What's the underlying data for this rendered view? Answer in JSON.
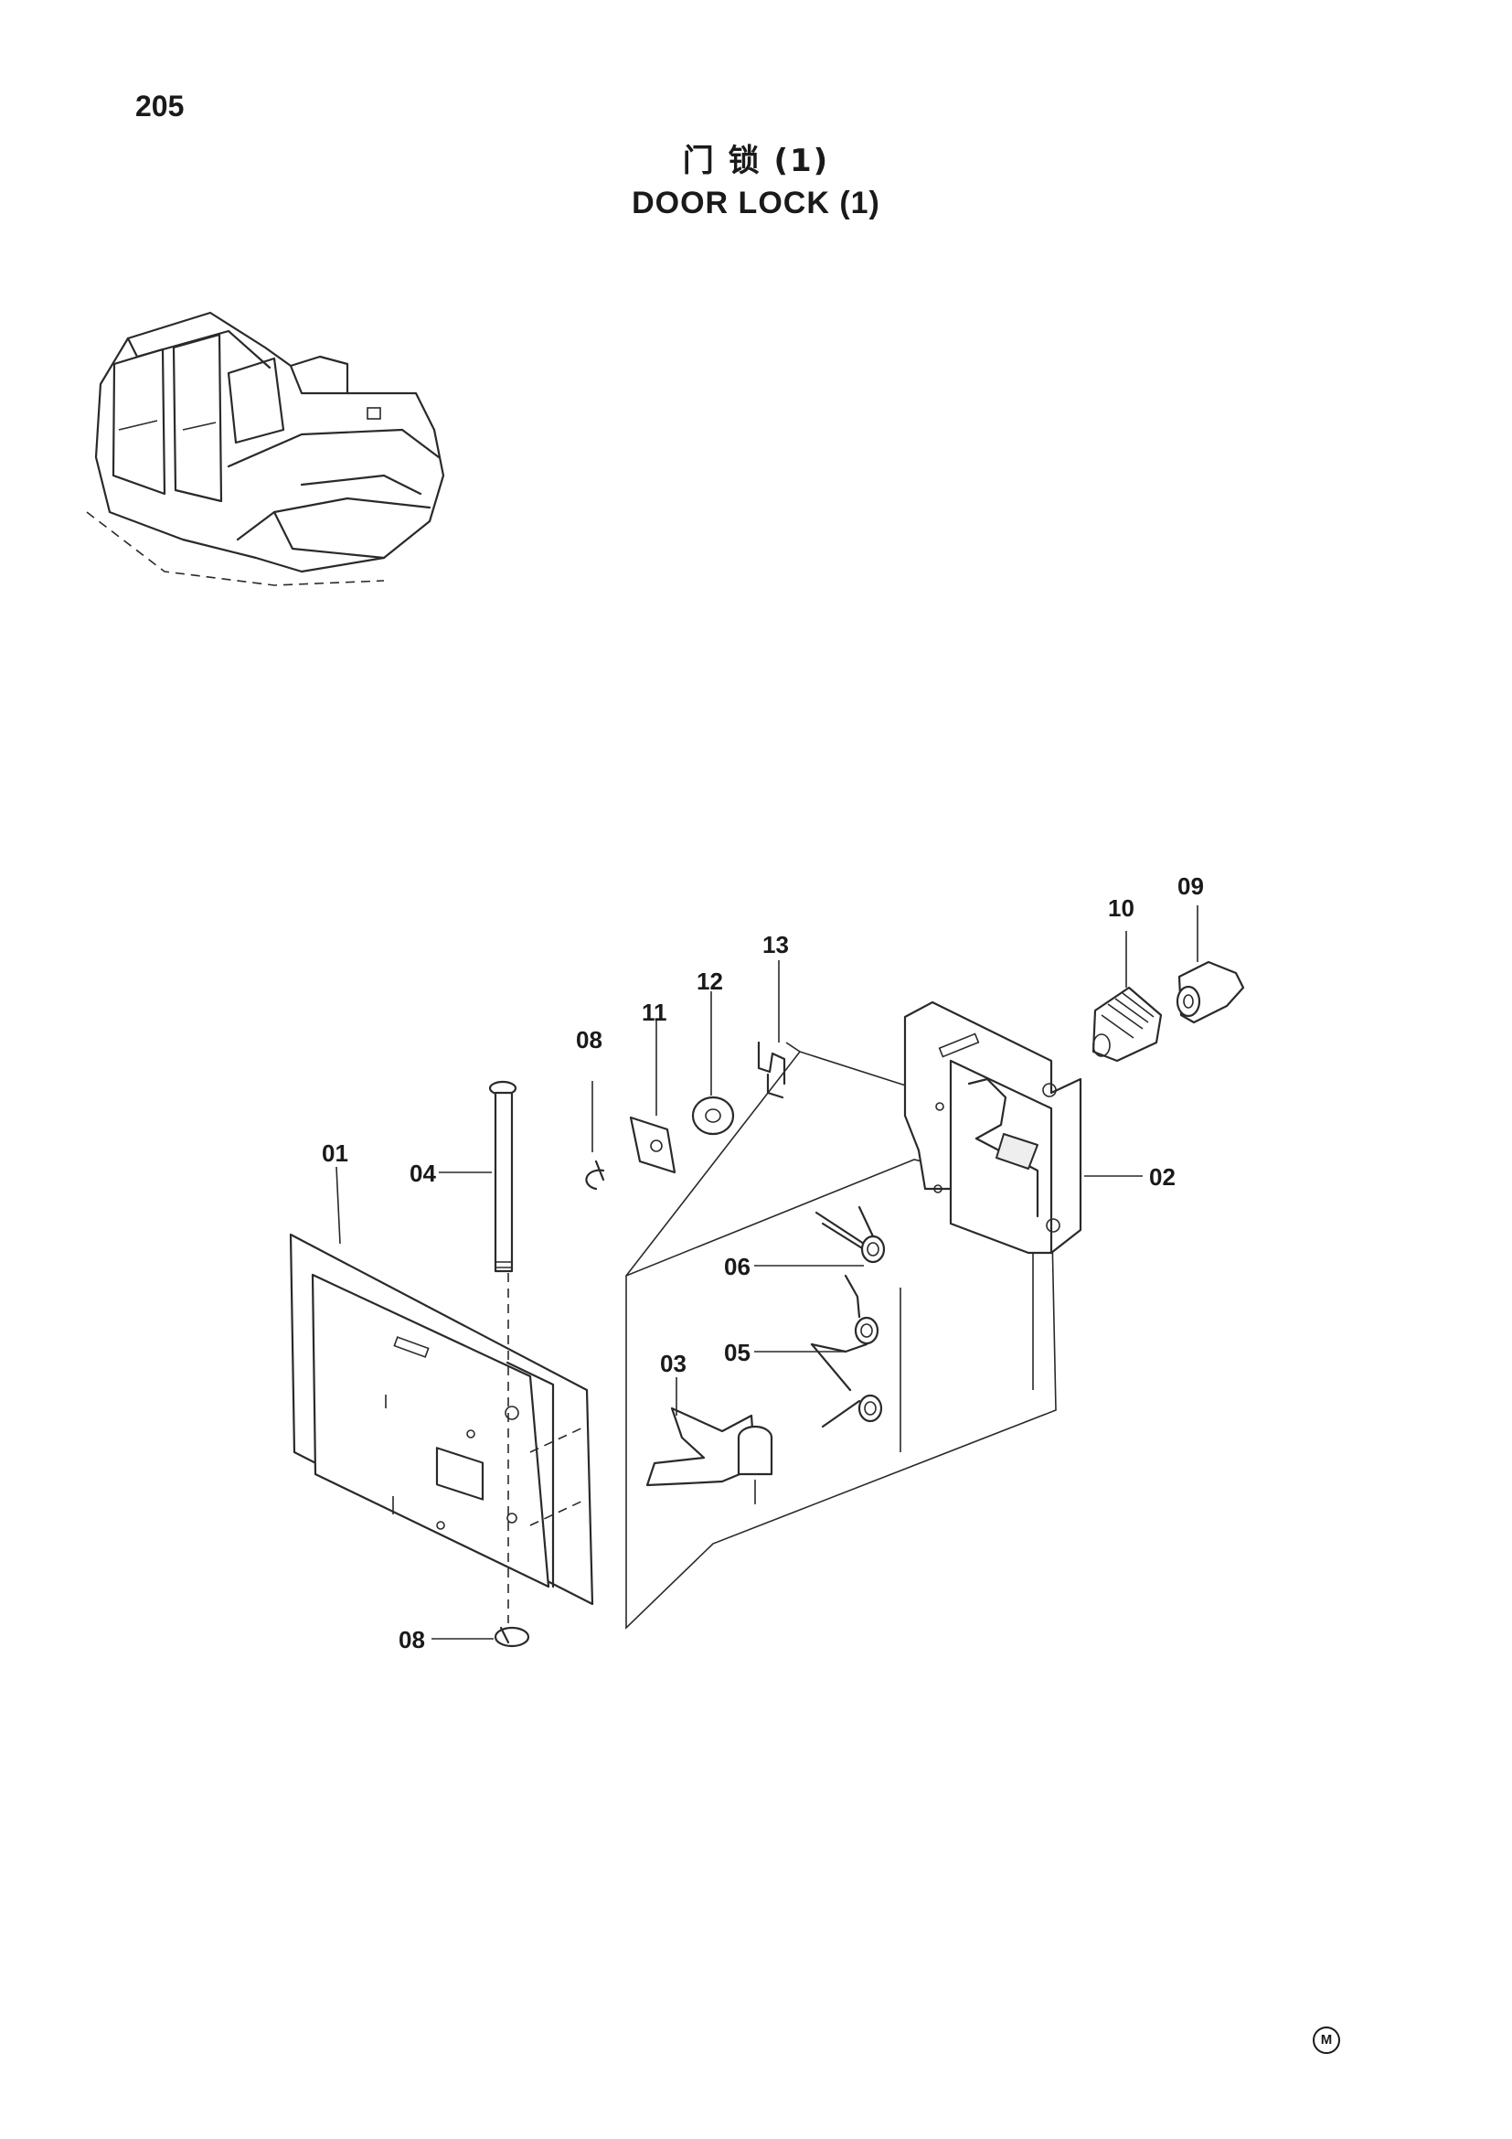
{
  "page": {
    "number": "205",
    "title_zh": "门 锁 (1)",
    "title_en": "DOOR LOCK (1)",
    "corner_mark": "M"
  },
  "callouts": {
    "p01": "01",
    "p02": "02",
    "p03": "03",
    "p04": "04",
    "p05": "05",
    "p06": "06",
    "p08_top": "08",
    "p08_bottom": "08",
    "p09": "09",
    "p10": "10",
    "p11": "11",
    "p12": "12",
    "p13": "13"
  }
}
